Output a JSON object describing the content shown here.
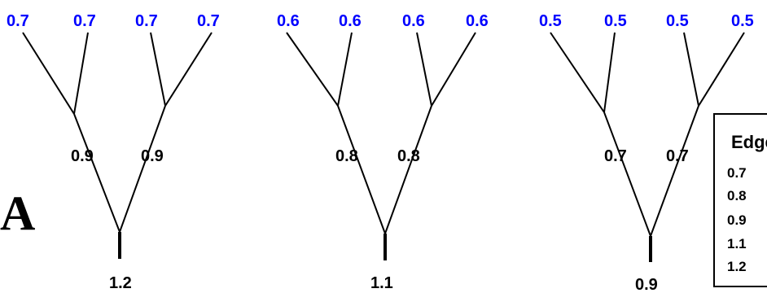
{
  "panel_label": "A",
  "colors": {
    "leaf_label": "#0000ff",
    "edge_label": "#000000",
    "line": "#000000"
  },
  "trees": [
    {
      "leaves": [
        "0.7",
        "0.7",
        "0.7",
        "0.7"
      ],
      "inner_left": "0.9",
      "inner_right": "0.9",
      "root": "1.2"
    },
    {
      "leaves": [
        "0.6",
        "0.6",
        "0.6",
        "0.6"
      ],
      "inner_left": "0.8",
      "inner_right": "0.8",
      "root": "1.1"
    },
    {
      "leaves": [
        "0.5",
        "0.5",
        "0.5",
        "0.5"
      ],
      "inner_left": "0.7",
      "inner_right": "0.7",
      "root": "0.9"
    }
  ],
  "legend": {
    "title": "Edge",
    "items": [
      "0.7",
      "0.8",
      "0.9",
      "1.1",
      "1.2"
    ]
  }
}
